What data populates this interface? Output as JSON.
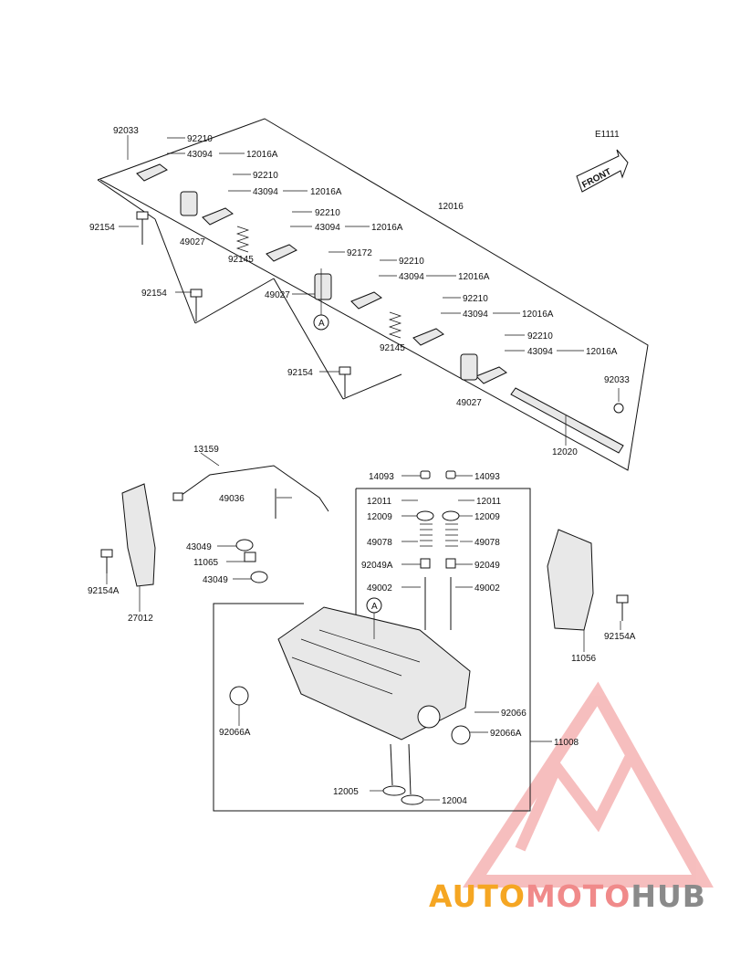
{
  "diagram": {
    "code": "E1111",
    "front_label": "FRONT",
    "parts": {
      "p92033a": "92033",
      "p92210a": "92210",
      "p43094a": "43094",
      "p12016Aa": "12016A",
      "p92210b": "92210",
      "p43094b": "43094",
      "p12016Ab": "12016A",
      "p92154a": "92154",
      "p49027a": "49027",
      "p92210c": "92210",
      "p43094c": "43094",
      "p12016Ac": "12016A",
      "p92145a": "92145",
      "p12016": "12016",
      "p92172": "92172",
      "p92210d": "92210",
      "p43094d": "43094",
      "p12016Ad": "12016A",
      "p92154b": "92154",
      "p49027b": "49027",
      "p92210e": "92210",
      "p43094e": "43094",
      "p12016Ae": "12016A",
      "ref_A1": "A",
      "p92145b": "92145",
      "p92210f": "92210",
      "p43094f": "43094",
      "p12016Af": "12016A",
      "p92154c": "92154",
      "p49027c": "49027",
      "p92033b": "92033",
      "p12020": "12020",
      "p13159": "13159",
      "p14093a": "14093",
      "p14093b": "14093",
      "p12011a": "12011",
      "p12011b": "12011",
      "p49036": "49036",
      "p12009a": "12009",
      "p12009b": "12009",
      "p43049a": "43049",
      "p49078a": "49078",
      "p49078b": "49078",
      "p11065": "11065",
      "p92049Aa": "92049A",
      "p92049b": "92049",
      "p43049b": "43049",
      "p92154Aa": "92154A",
      "p49002a": "49002",
      "p49002b": "49002",
      "ref_A2": "A",
      "p27012": "27012",
      "p92154Ab": "92154A",
      "p11056": "11056",
      "p92066": "92066",
      "p92066Aa": "92066A",
      "p92066Ab": "92066A",
      "p11008": "11008",
      "p12005": "12005",
      "p12004": "12004"
    }
  },
  "watermark": {
    "part1": "AUTO",
    "part2": "MOTO",
    "part3": "HUB"
  }
}
